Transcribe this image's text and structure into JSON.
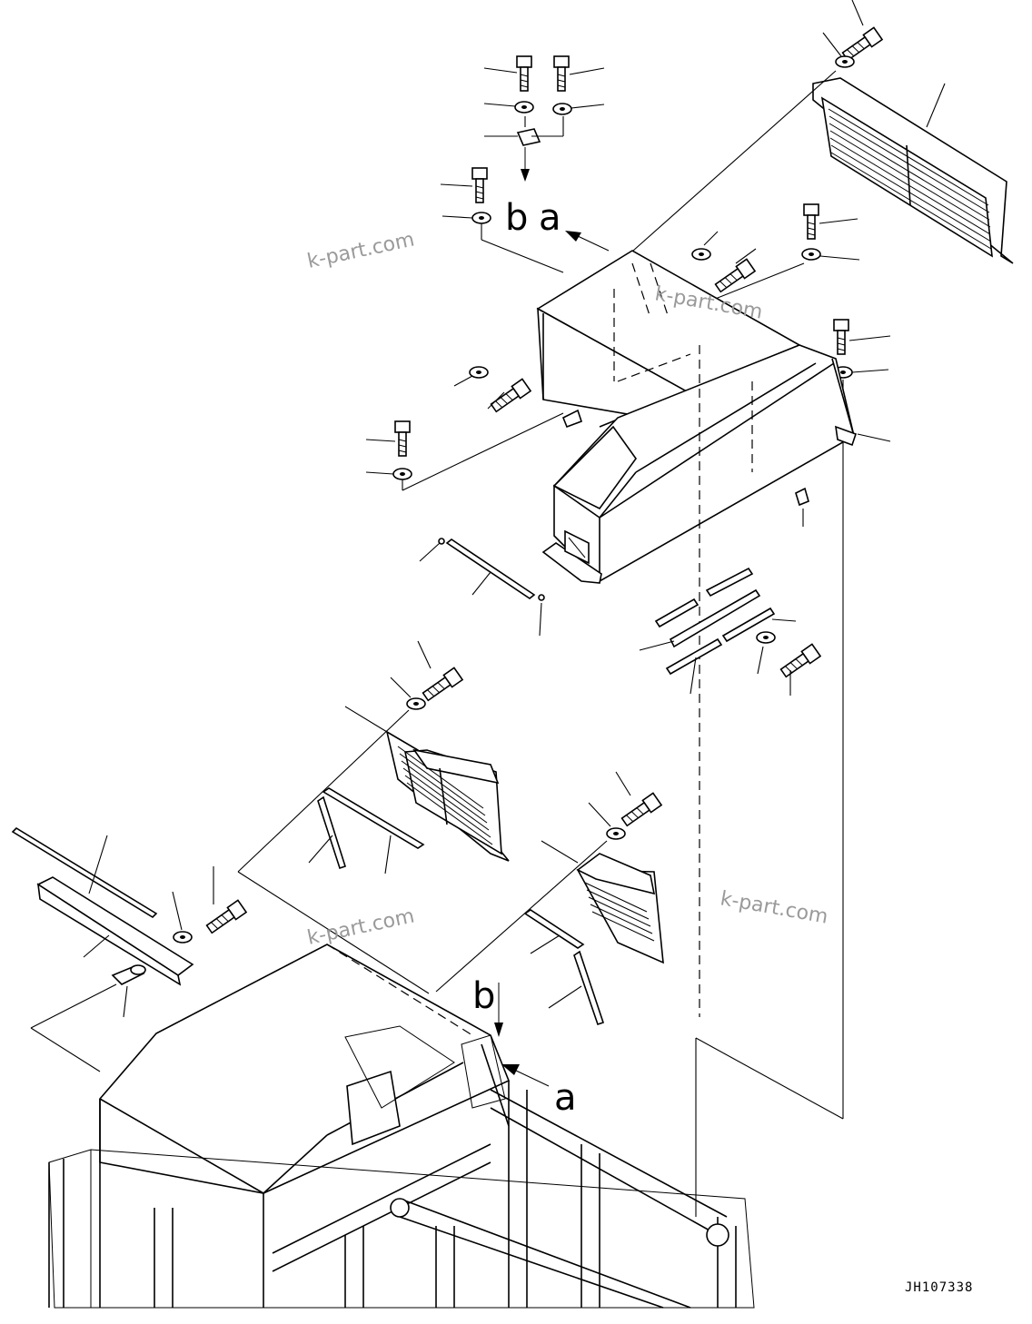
{
  "diagram": {
    "ref_labels": {
      "upper_b": "b",
      "upper_a": "a",
      "lower_b": "b",
      "lower_a": "a"
    },
    "watermark": "k-part.com",
    "drawing_code": "JH107338"
  }
}
